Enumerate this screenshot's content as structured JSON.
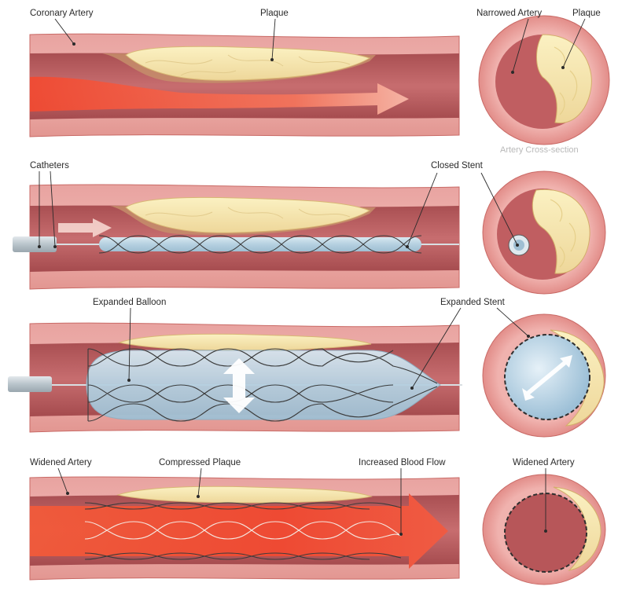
{
  "labels": {
    "coronary_artery": "Coronary Artery",
    "plaque_top": "Plaque",
    "narrowed_artery": "Narrowed Artery",
    "plaque_cross": "Plaque",
    "artery_cross_section": "Artery Cross-section",
    "catheters": "Catheters",
    "closed_stent": "Closed Stent",
    "expanded_balloon": "Expanded Balloon",
    "expanded_stent": "Expanded Stent",
    "widened_artery": "Widened Artery",
    "compressed_plaque": "Compressed Plaque",
    "increased_blood_flow": "Increased Blood Flow",
    "widened_artery_cross": "Widened Artery"
  },
  "colors": {
    "outer_wall": "#e59a97",
    "outer_edge": "#c4645f",
    "inner_wall": "#b65a5c",
    "lumen": "#c8686b",
    "plaque": "#f1e2a6",
    "plaque_edge": "#d8b774",
    "plaque_shadow": "#c98f69",
    "blood": "#ec4a34",
    "balloon": "#bcd6e6",
    "catheter": "#c9d1d6"
  }
}
